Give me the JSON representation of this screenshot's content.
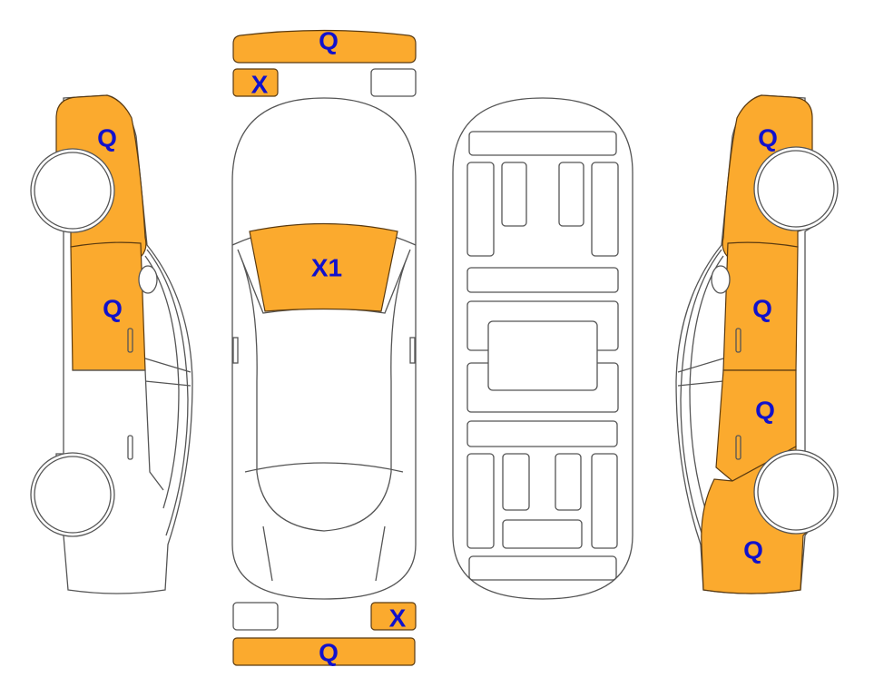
{
  "colors": {
    "damage_fill": "#FBAA2E",
    "label": "#1111CC",
    "outline": "#555555"
  },
  "views": {
    "left_side": {
      "front_panel": "Q",
      "front_door": "Q"
    },
    "top": {
      "front_bumper": "Q",
      "front_left_light": "X",
      "windshield": "X1",
      "rear_right_light": "X",
      "rear_bumper": "Q"
    },
    "right_side": {
      "front_panel": "Q",
      "front_door": "Q",
      "rear_door": "Q",
      "rear_quarter": "Q"
    }
  }
}
